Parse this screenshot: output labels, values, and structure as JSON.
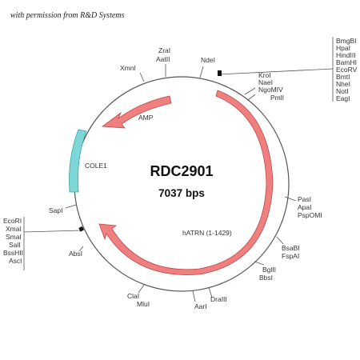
{
  "credit": "with permission from R&D Systems",
  "plasmid": {
    "name": "RDC2901",
    "size": "7037 bps"
  },
  "features": [
    {
      "label": "AMP",
      "color": "#f08080",
      "stroke": "#c04848"
    },
    {
      "label": "COLE1",
      "color": "#7fd6d6",
      "stroke": "#3aa5a5"
    },
    {
      "label": "hATRN (1-1429)",
      "color": "#f08080",
      "stroke": "#c04848"
    }
  ],
  "sites": [
    "ZraI",
    "AatII",
    "XmnI",
    "NdeI",
    "KroI",
    "NaeI",
    "NgoMIV",
    "PmlI",
    "BmgBI",
    "HpaI",
    "HindIII",
    "BamHI",
    "EcoRV",
    "BmtI",
    "NheI",
    "NotI",
    "EagI",
    "PasI",
    "ApaI",
    "PspOMI",
    "BsaBI",
    "FspAI",
    "BglII",
    "BbsI",
    "DraIII",
    "AarI",
    "ClaI",
    "MluI",
    "AbsI",
    "SapI",
    "EcoRI",
    "XmaI",
    "SmaI",
    "SalI",
    "BssHII",
    "AscI"
  ]
}
